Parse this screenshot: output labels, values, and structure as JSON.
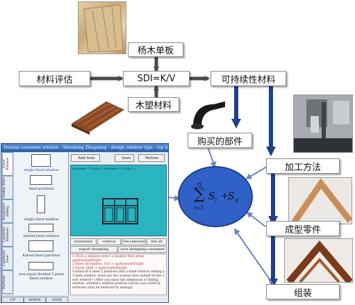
{
  "nodes": {
    "yangmu": "杨木单板",
    "cailiao_pinggu": "材料评估",
    "sdi": "SDI=K/V",
    "kechixu": "可持续性材料",
    "musu": "木塑材料",
    "goumai": "购买的部件",
    "jiagong": "加工方法",
    "chengxing": "成型零件",
    "zuzhuang": "组装"
  },
  "formula": {
    "sum_upper": "n",
    "sum_lower": "i=1",
    "term": "S",
    "sub_i": "i",
    "plus": "+",
    "sub_a": "A"
  },
  "software": {
    "title": "Normal casement window - Shandong Zhuguang - design window type - top halo...",
    "tabs": [
      "Fixed Window",
      "Sliding W&D",
      "Integrative sliding",
      "Casement Windows",
      "Casement Door",
      "Platform"
    ],
    "items": [
      "single fixed window",
      "fixed partition",
      "single fixed window",
      "halved fixed window",
      "halved fixed partition",
      "non-equal divided 2 parts fixed window"
    ],
    "toolbar": {
      "add": "Add hole",
      "save": "Save",
      "return": "Return"
    },
    "canvas_header": "top frame \"T\" scale 1, left frame \"T\" scale 1, r",
    "canvas_buttons": [
      "horizontal zoom",
      "vertical zoom",
      "Del selected",
      "Del all",
      "export designing casement",
      "save designing casement"
    ],
    "messages": [
      "1 Move a window:select a window then press up/down/left/right",
      "2 Move all window: Ctrl + up/down/left/right",
      "3 Zoom: Shift + up/down/left/right",
      "Caution:If it need 2 mullions that a fixed window linking a 3 leafs window, must use the window tree named\"divide 3 sort window\" (After you input the dimension of sliding window, window's mullion position will be auto sized by software) may be deduced by analogy."
    ],
    "bottom": [
      "UP",
      "DOWN",
      "SAVE"
    ]
  }
}
